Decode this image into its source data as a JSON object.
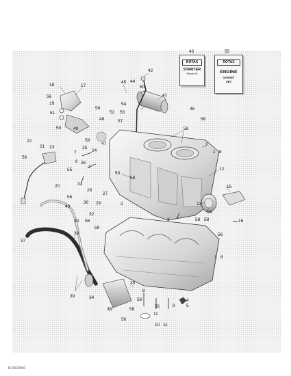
{
  "figure": {
    "code": "R1503000"
  },
  "kits": {
    "starter": {
      "number": "43",
      "brand": "ROTAX",
      "title": "STARTER",
      "subtitle": "Repair Kit"
    },
    "engine_gasket": {
      "number": "55",
      "brand": "ROTAX",
      "title_line1": "ENGINE",
      "title_line2": "GASKET",
      "title_line3": "SET"
    }
  },
  "callouts": {
    "c42": "42",
    "c45": "45",
    "c44": "44",
    "c60": "60",
    "c41": "41",
    "c18": "18",
    "c17": "17",
    "c56a": "56",
    "c19": "19",
    "c58a": "58",
    "c51": "51",
    "c50": "50",
    "c49": "49",
    "c54": "54",
    "c52": "52",
    "c53a": "53",
    "c46": "46",
    "c56b": "56",
    "c57": "57",
    "c48": "48",
    "c58b": "58",
    "c47": "47",
    "c58c": "58",
    "c22": "22",
    "c21": "21",
    "c23": "23",
    "c56c": "56",
    "c7": "7",
    "c25": "25",
    "c24": "24",
    "c6": "6",
    "c26": "26",
    "c55": "55",
    "c2a": "2",
    "c1a": "1",
    "c8a": "8",
    "c2b": "2",
    "c12": "12",
    "c53b": "53",
    "c58d": "58",
    "c31": "31",
    "c20": "20",
    "c28": "28",
    "c27": "27",
    "c56d": "56",
    "c30": "30",
    "c29": "29",
    "c2c": "2",
    "c15": "15",
    "c13": "13",
    "c14": "14",
    "c40": "40",
    "c33": "33",
    "c56e": "56",
    "c32": "32",
    "c58e": "58",
    "c3": "3",
    "c58f": "58",
    "c16": "16",
    "c59": "59",
    "c37": "37",
    "c38": "38",
    "c56f": "56",
    "c1b": "1",
    "c8b": "8",
    "c39": "39",
    "c34": "34",
    "c35": "35",
    "c8c": "8",
    "c58g": "58",
    "c4": "4",
    "c5": "5",
    "c9": "9",
    "c56g": "56",
    "c58h": "58",
    "c11a": "11",
    "c36": "36",
    "c56h": "56",
    "c10": "10",
    "c11b": "11"
  }
}
